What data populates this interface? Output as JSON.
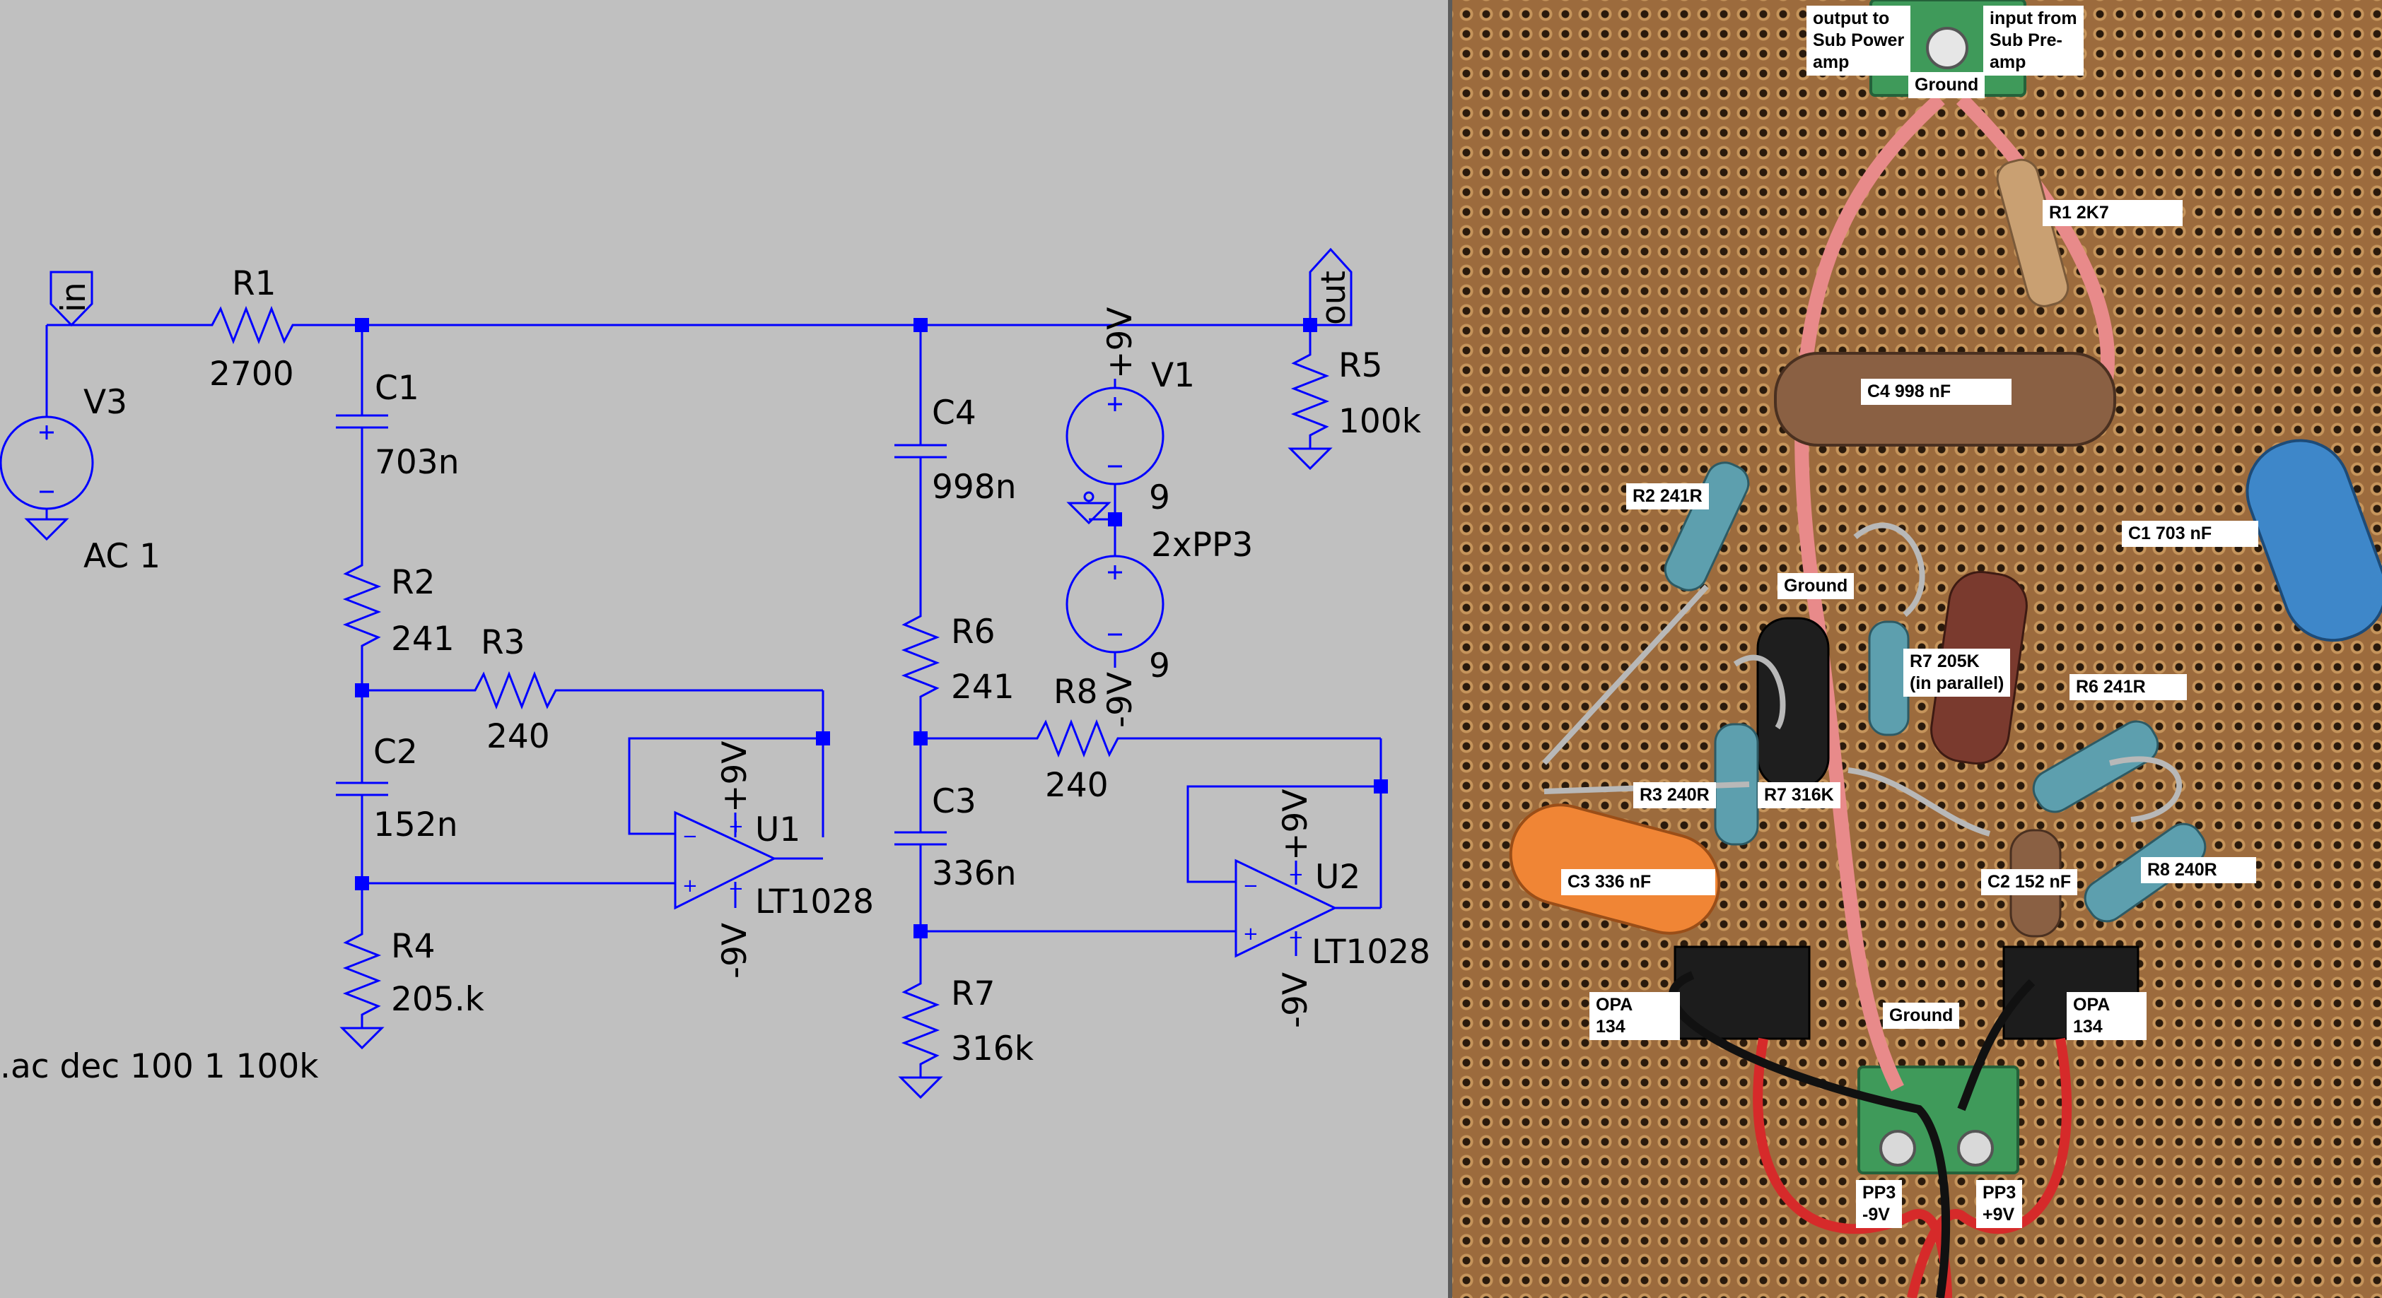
{
  "schematic": {
    "in_label": "in",
    "out_label": "out",
    "directive": ".ac dec 100 1 100k",
    "V3": {
      "name": "V3",
      "value": "AC 1"
    },
    "V1": {
      "name": "V1",
      "value_top": "9",
      "value_bottom": "9",
      "note": "2xPP3",
      "plus": "+9V",
      "minus": "-9V"
    },
    "R1": {
      "name": "R1",
      "value": "2700"
    },
    "R2": {
      "name": "R2",
      "value": "241"
    },
    "R3": {
      "name": "R3",
      "value": "240"
    },
    "R4": {
      "name": "R4",
      "value": "205.k"
    },
    "R5": {
      "name": "R5",
      "value": "100k"
    },
    "R6": {
      "name": "R6",
      "value": "241"
    },
    "R7": {
      "name": "R7",
      "value": "316k"
    },
    "R8": {
      "name": "R8",
      "value": "240"
    },
    "C1": {
      "name": "C1",
      "value": "703n"
    },
    "C2": {
      "name": "C2",
      "value": "152n"
    },
    "C3": {
      "name": "C3",
      "value": "336n"
    },
    "C4": {
      "name": "C4",
      "value": "998n"
    },
    "U1": {
      "name": "U1",
      "value": "LT1028",
      "plus": "+9V",
      "minus": "-9V"
    },
    "U2": {
      "name": "U2",
      "value": "LT1028",
      "plus": "+9V",
      "minus": "-9V"
    }
  },
  "photo": {
    "labels": {
      "output": "output to\nSub Power\namp",
      "input": "input from\nSub Pre-\namp",
      "ground_top": "Ground",
      "r1": "R1 2K7",
      "c4": "C4 998 nF",
      "r2": "R2 241R",
      "c1": "C1 703 nF",
      "ground_mid": "Ground",
      "r7a": "R7 205K\n(in parallel)",
      "r6": "R6 241R",
      "r3": "R3 240R",
      "r7b": "R7 316K",
      "c3": "C3 336 nF",
      "c2": "C2 152 nF",
      "r8": "R8 240R",
      "opa_left": "OPA\n134",
      "ground_bottom": "Ground",
      "opa_right": "OPA\n134",
      "pp3_minus": "PP3\n-9V",
      "pp3_plus": "PP3\n+9V"
    }
  }
}
